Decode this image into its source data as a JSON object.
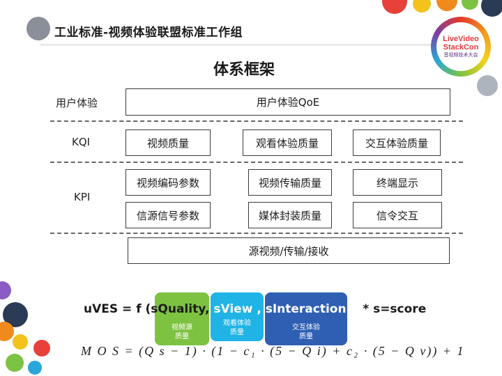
{
  "header": {
    "title": "工业标准-视频体验联盟标准工作组"
  },
  "logo": {
    "line1": "LiveVideo",
    "line2": "StackCon",
    "line3": "音视频技术大会"
  },
  "main_title": "体系框架",
  "rows": {
    "user_label": "用户体验",
    "kqi_label": "KQI",
    "kpi_label": "KPI"
  },
  "boxes": {
    "qoe": "用户体验QoE",
    "kqi": [
      "视频质量",
      "观看体验质量",
      "交互体验质量"
    ],
    "kpi_row1": [
      "视频编码参数",
      "视频传输质量",
      "终端显示"
    ],
    "kpi_row2": [
      "信源信号参数",
      "媒体封装质量",
      "信令交互"
    ],
    "source": "源视频/传输/接收"
  },
  "formula": {
    "prefix": "uVES = f  (sQuality,",
    "view": "sView ,",
    "interaction": "sInteraction)",
    "suffix": "* s=score",
    "pills": {
      "quality": [
        "视频源",
        "质量"
      ],
      "view": [
        "观看体验",
        "质量"
      ],
      "interaction": [
        "交互体验",
        "质量"
      ]
    },
    "mos": "M O S  =  (Q s − 1) · (1 − c₁ · (5 − Q i) + c₂ · (5 − Q v)) + 1"
  },
  "colors": {
    "pill_green": "#7ec242",
    "pill_cyan": "#1fb3e6",
    "pill_blue": "#2f5fb3"
  }
}
